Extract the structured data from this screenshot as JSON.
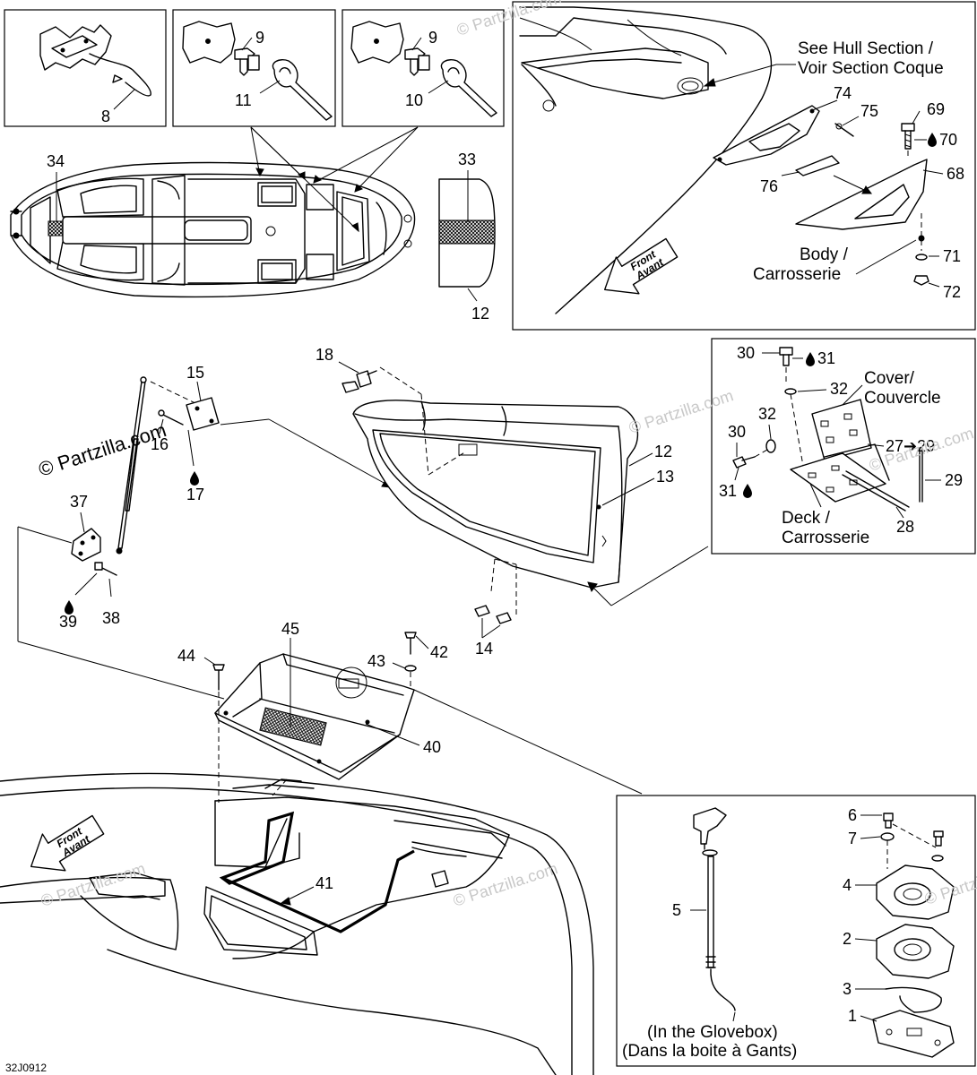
{
  "watermarks": {
    "main": "© Partzilla.com",
    "repeat": "© Partzilla.com"
  },
  "drawing_code": "32J0912",
  "text_labels": {
    "see_hull": "See Hull Section /",
    "voir_section": "Voir Section Coque",
    "body": "Body /",
    "carrosserie_body": "Carrosserie",
    "cover": "Cover/",
    "couvercle": "Couvercle",
    "deck": "Deck /",
    "carrosserie_deck": "Carrosserie",
    "glovebox_en": "(In the Glovebox)",
    "glovebox_fr": "(Dans la boite à Gants)",
    "front_1": "Front",
    "avant_1": "Avant",
    "front_2": "Front",
    "avant_2": "Avant"
  },
  "part_numbers": {
    "p1": "1",
    "p2": "2",
    "p3": "3",
    "p4": "4",
    "p5": "5",
    "p6": "6",
    "p7": "7",
    "p8": "8",
    "p9a": "9",
    "p9b": "9",
    "p10": "10",
    "p11": "11",
    "p12a": "12",
    "p12b": "12",
    "p13": "13",
    "p14": "14",
    "p15": "15",
    "p16": "16",
    "p17": "17",
    "p18": "18",
    "p27_29": "27➔29",
    "p28": "28",
    "p29": "29",
    "p30a": "30",
    "p30b": "30",
    "p31a": "31",
    "p31b": "31",
    "p32a": "32",
    "p32b": "32",
    "p33": "33",
    "p34": "34",
    "p37": "37",
    "p38": "38",
    "p39": "39",
    "p40": "40",
    "p41": "41",
    "p42": "42",
    "p43": "43",
    "p44": "44",
    "p45": "45",
    "p68": "68",
    "p69": "69",
    "p70": "70",
    "p71": "71",
    "p72": "72",
    "p74": "74",
    "p75": "75",
    "p76": "76"
  },
  "icons": [
    "drop-icon",
    "arrow-right-icon",
    "front-arrow-icon"
  ]
}
